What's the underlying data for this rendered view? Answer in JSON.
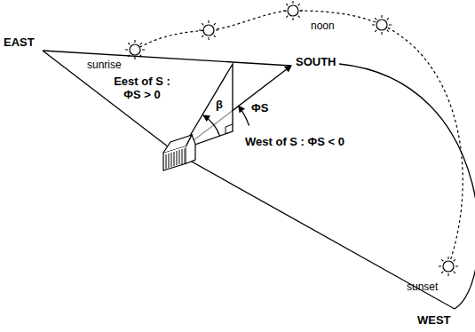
{
  "diagram": {
    "labels": [
      "sunrise",
      "noon",
      "EAST",
      "SOUTH",
      "Eest of S : ΦS > 0",
      "β",
      "ΦS",
      "West of S : ΦS < 0",
      "sunset",
      "WEST"
    ]
  }
}
